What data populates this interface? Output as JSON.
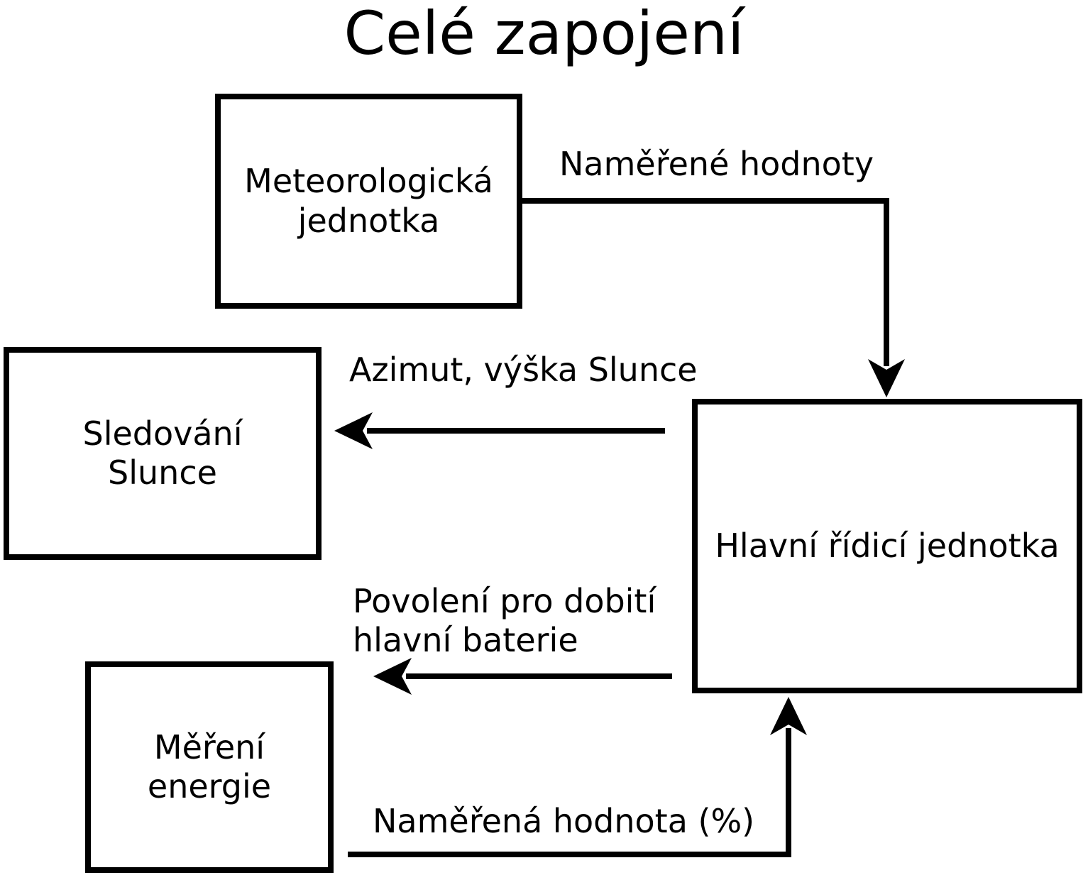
{
  "title": "Celé zapojení",
  "nodes": {
    "meteo": {
      "label": "Meteorologická jednotka",
      "lines": [
        "Meteorologická",
        "jednotka"
      ]
    },
    "sun": {
      "label": "Sledování Slunce",
      "lines": [
        "Sledování",
        "Slunce"
      ]
    },
    "energy": {
      "label": "Měření energie",
      "lines": [
        "Měření",
        "energie"
      ]
    },
    "main": {
      "label": "Hlavní řídicí jednotka",
      "lines": [
        "Hlavní řídicí jednotka"
      ]
    }
  },
  "edges": [
    {
      "from": "meteo",
      "to": "main",
      "label": "Naměřené hodnoty",
      "lines": [
        "Naměřené hodnoty"
      ]
    },
    {
      "from": "main",
      "to": "sun",
      "label": "Azimut, výška Slunce",
      "lines": [
        "Azimut, výška Slunce"
      ]
    },
    {
      "from": "main",
      "to": "energy",
      "label": "Povolení pro dobití hlavní baterie",
      "lines": [
        "Povolení pro dobití",
        "hlavní baterie"
      ]
    },
    {
      "from": "energy",
      "to": "main",
      "label": "Naměřená hodnota (%)",
      "lines": [
        "Naměřená hodnota (%)"
      ]
    }
  ],
  "colors": {
    "ink": "#000000",
    "background": "#ffffff"
  }
}
